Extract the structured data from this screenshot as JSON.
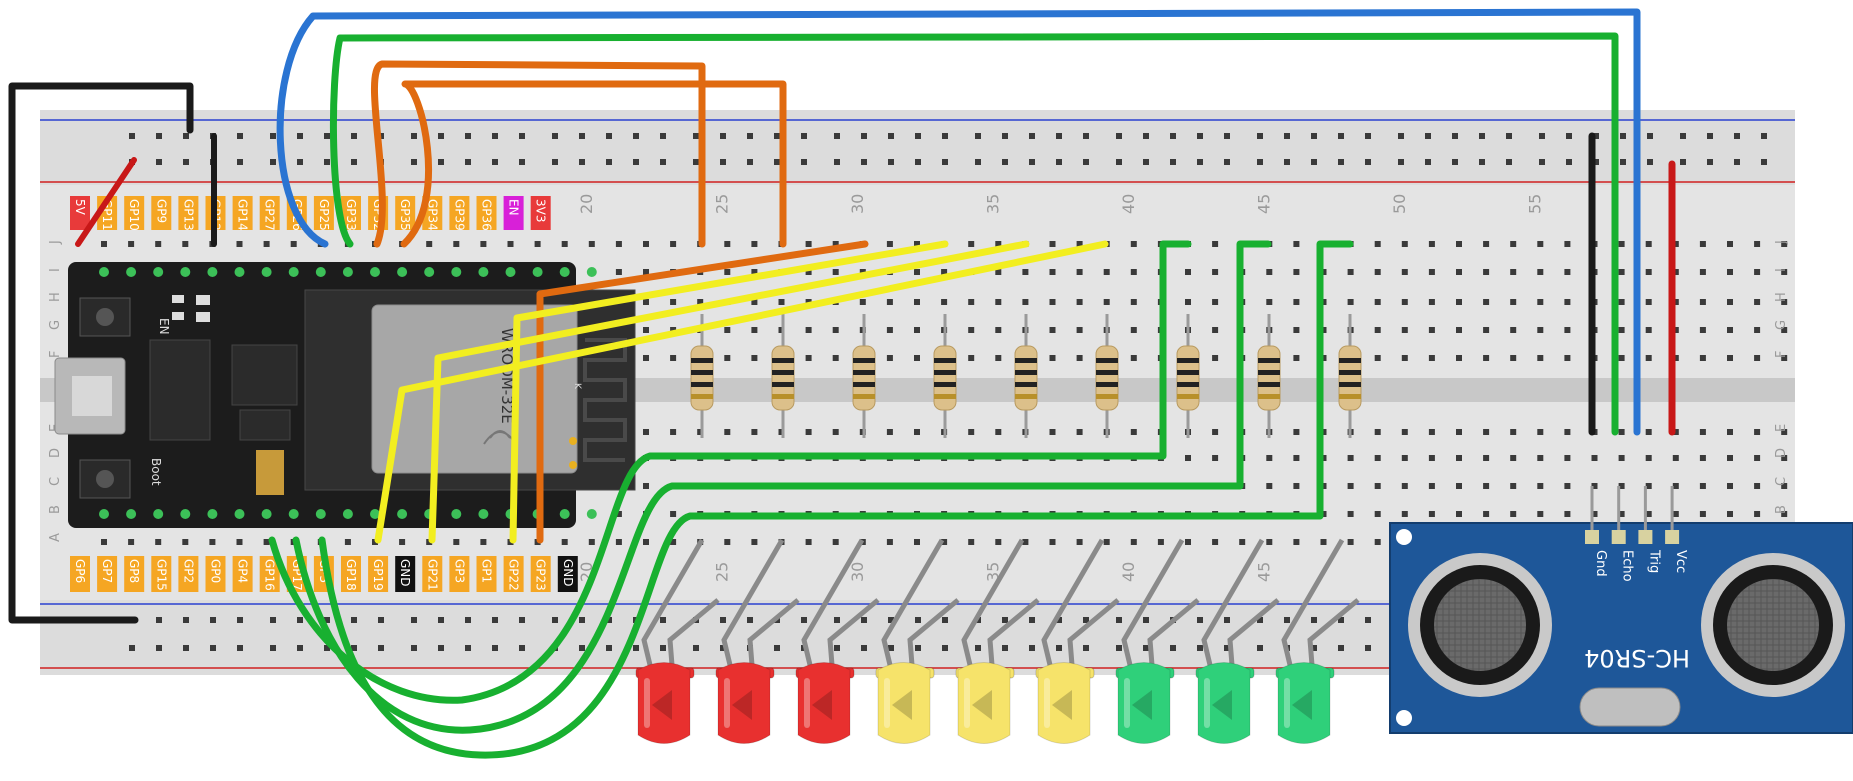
{
  "board": {
    "top_pins": [
      "5V",
      "GP11",
      "GP10",
      "GP9",
      "GP13",
      "GP12",
      "GP14",
      "GP27",
      "GP26",
      "GP25",
      "GP33",
      "GP32",
      "GP35",
      "GP34",
      "GP39",
      "GP36",
      "EN",
      "3V3"
    ],
    "bottom_pins": [
      "GP6",
      "GP7",
      "GP8",
      "GP15",
      "GP2",
      "GP0",
      "GP4",
      "GP16",
      "GP17",
      "GP5",
      "GP18",
      "GP19",
      "GND",
      "GP21",
      "GP3",
      "GP1",
      "GP22",
      "GP23",
      "GND"
    ],
    "module_text": "WROOM-32E",
    "en_label": "EN",
    "boot_label": "Boot",
    "k_label": "K"
  },
  "breadboard": {
    "column_numbers": [
      "20",
      "25",
      "30",
      "35",
      "40",
      "45",
      "50",
      "55"
    ],
    "row_letters_top": [
      "J",
      "I",
      "H",
      "G",
      "F"
    ],
    "row_letters_bottom": [
      "E",
      "D",
      "C",
      "B",
      "A"
    ]
  },
  "sensor": {
    "name": "HC-SR04",
    "pins": [
      "Gnd",
      "Echo",
      "Trig",
      "Vcc"
    ]
  },
  "leds": [
    "red",
    "red",
    "red",
    "yellow",
    "yellow",
    "yellow",
    "green",
    "green",
    "green"
  ],
  "colors": {
    "red": "#e8302f",
    "yellow": "#f6e36a",
    "green": "#2fd07a",
    "pin_label": "#f5a623",
    "wire_green": "#18b030",
    "wire_blue": "#2a74d2",
    "wire_orange": "#e06a10",
    "wire_yellow": "#f2ee20",
    "wire_black": "#1a1a1a",
    "wire_red": "#d21818",
    "board": "#1c1c1c",
    "sensor_blue": "#1e5799"
  }
}
